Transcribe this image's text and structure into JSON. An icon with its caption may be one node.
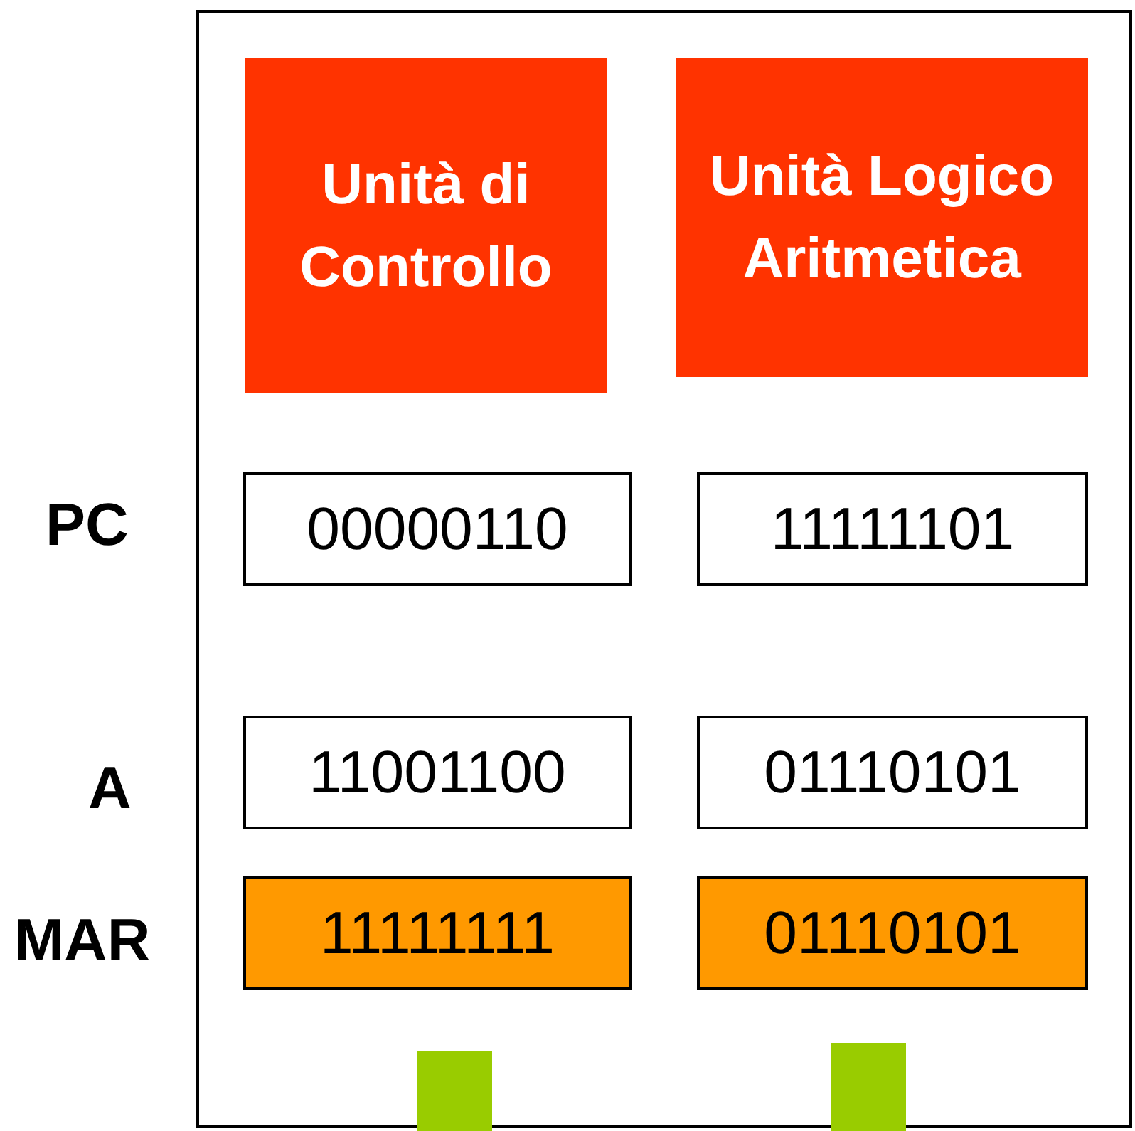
{
  "diagram": {
    "nodes": [
      {
        "text": [],
        "shape": "box"
      },
      {
        "text": [
          "Unità di Controllo"
        ],
        "in": 0
      },
      {
        "text": [
          "Unità Logico Aritmetica"
        ],
        "in": 0
      },
      {
        "text": [
          "00000110"
        ],
        "in": 0
      },
      {
        "text": [
          "11111101"
        ],
        "in": 0
      },
      {
        "text": [
          "11001100"
        ],
        "in": 0
      },
      {
        "text": [
          "01110101"
        ],
        "in": 0
      },
      {
        "text": [
          "11111111"
        ],
        "in": 0
      },
      {
        "text": [
          "01110101"
        ],
        "in": 0
      },
      {
        "text": [],
        "shape": "box",
        "in": 0
      },
      {
        "text": [],
        "shape": "box",
        "in": 0
      }
    ],
    "labels": [
      "PC",
      "A",
      "MAR"
    ]
  }
}
